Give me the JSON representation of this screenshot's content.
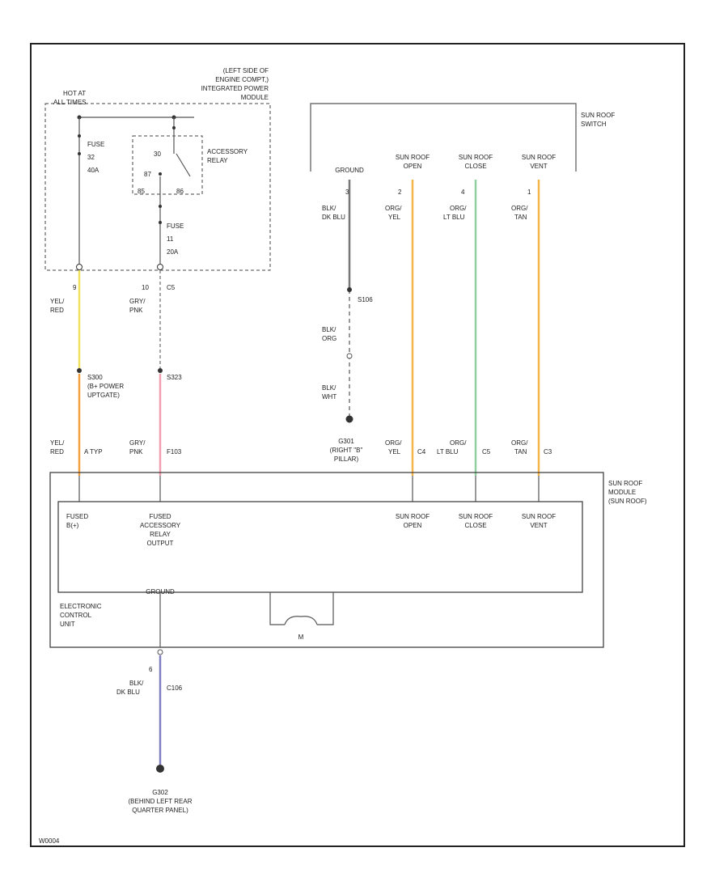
{
  "colors": {
    "frame": "#222222",
    "wire_default": "#777777",
    "wire_yel_red": "#f0e060",
    "wire_orange": "#f4a040",
    "wire_pink": "#f0a0b0",
    "wire_orange_yellow": "#f5b54a",
    "wire_green": "#90d0a0",
    "wire_blue": "#8080c0"
  },
  "power_module": {
    "location_1": "(LEFT SIDE OF",
    "location_2": "ENGINE COMPT,)",
    "name_1": "INTEGRATED POWER",
    "name_2": "MODULE",
    "hot_1": "HOT AT",
    "hot_2": "ALL TIMES",
    "fuse_a_1": "FUSE",
    "fuse_a_2": "32",
    "fuse_a_3": "40A",
    "fuse_b_1": "FUSE",
    "fuse_b_2": "11",
    "fuse_b_3": "20A",
    "relay_1": "ACCESSORY",
    "relay_2": "RELAY",
    "relay_terminal_1": "30",
    "relay_terminal_2": "87",
    "relay_terminal_3": "85",
    "relay_terminal_4": "86",
    "pin_left": "9",
    "pin_right": "10",
    "connector": "C5"
  },
  "left_wires": {
    "wire1_color_1": "YEL/",
    "wire1_color_2": "RED",
    "wire2_color_1": "GRY/",
    "wire2_color_2": "PNK",
    "splice1_id": "S300",
    "splice1_desc_1": "(B+ POWER",
    "splice1_desc_2": "UPTGATE)",
    "splice2_id": "S323",
    "bottom1_color_1": "YEL/",
    "bottom1_color_2": "RED",
    "bottom1_pin": "A TYP",
    "bottom2_color_1": "GRY/",
    "bottom2_color_2": "PNK",
    "bottom2_pin": "F103"
  },
  "ground_branch": {
    "switch_pin": "3",
    "color1_1": "BLK/",
    "color1_2": "DK BLU",
    "splice": "S106",
    "color2_1": "BLK/",
    "color2_2": "ORG",
    "color3_1": "BLK/",
    "color3_2": "WHT",
    "ground_id": "G301",
    "ground_loc_1": "(RIGHT \"B\"",
    "ground_loc_2": "PILLAR)"
  },
  "switch": {
    "label_1": "SUN ROOF",
    "label_2": "SWITCH",
    "ground": "GROUND",
    "open_1": "SUN ROOF",
    "open_2": "OPEN",
    "close_1": "SUN ROOF",
    "close_2": "CLOSE",
    "vent_1": "SUN ROOF",
    "vent_2": "VENT",
    "open_pin": "2",
    "close_pin": "4",
    "vent_pin": "1",
    "open_color_1": "ORG/",
    "open_color_2": "YEL",
    "close_color_1": "ORG/",
    "close_color_2": "LT BLU",
    "vent_color_1": "ORG/",
    "vent_color_2": "TAN"
  },
  "module_inputs": {
    "open_color": "ORG/",
    "open_color_b": "YEL",
    "open_pin": "C4",
    "close_color": "ORG/",
    "close_color_b": "LT BLU",
    "close_pin": "C5",
    "vent_color": "ORG/",
    "vent_color_b": "TAN",
    "vent_pin": "C3"
  },
  "module": {
    "label_1": "SUN ROOF",
    "label_2": "MODULE",
    "label_3": "(SUN ROOF)",
    "fused_1": "FUSED",
    "fused_2": "B(+)",
    "acc_1": "FUSED",
    "acc_2": "ACCESSORY",
    "acc_3": "RELAY",
    "acc_4": "OUTPUT",
    "open_1": "SUN ROOF",
    "open_2": "OPEN",
    "close_1": "SUN ROOF",
    "close_2": "CLOSE",
    "vent_1": "SUN ROOF",
    "vent_2": "VENT",
    "ground": "GROUND",
    "ecu_1": "ELECTRONIC",
    "ecu_2": "CONTROL",
    "ecu_3": "UNIT",
    "motor": "M"
  },
  "bottom_ground": {
    "pin": "6",
    "color_1": "BLK/",
    "color_2": "DK BLU",
    "connector": "C106",
    "ground_id": "G302",
    "loc_1": "(BEHIND LEFT REAR",
    "loc_2": "QUARTER PANEL)"
  },
  "footer": {
    "code": "W0004"
  }
}
